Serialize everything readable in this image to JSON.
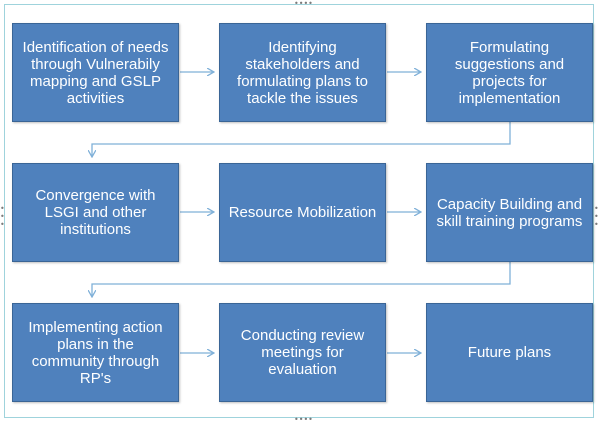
{
  "diagram": {
    "steps": [
      {
        "label": "Identification of needs through Vulnerabily mapping and GSLP activities"
      },
      {
        "label": "Identifying stakeholders  and formulating plans to tackle the issues"
      },
      {
        "label": "Formulating suggestions and projects for implementation"
      },
      {
        "label": "Convergence with LSGI and other institutions"
      },
      {
        "label": "Resource Mobilization"
      },
      {
        "label": "Capacity  Building and skill training programs"
      },
      {
        "label": "Implementing  action plans in the community through RP's"
      },
      {
        "label": "Conducting review meetings for evaluation"
      },
      {
        "label": "Future plans"
      }
    ],
    "box_color": "#4f81bd",
    "connector_color": "#7fb0d8",
    "frame_color": "#9fd3dc"
  }
}
